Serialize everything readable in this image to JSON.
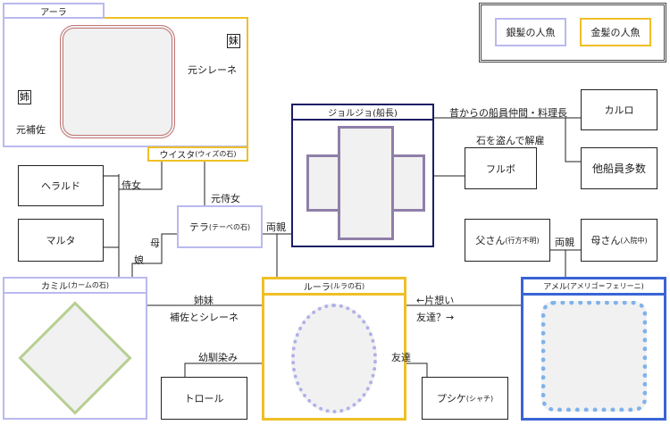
{
  "legend": {
    "silver": "銀髪の人魚",
    "gold": "金髪の人魚"
  },
  "colors": {
    "silver": "#b9b9ef",
    "gold": "#efc026",
    "captain": "#1d1d66",
    "amel": "#3a64d6",
    "frame_rose": "#c27474",
    "frame_green": "#b7cf92"
  },
  "characters": {
    "aara": {
      "name": "アーラ",
      "note_right_badge": "妹",
      "note_right": "元シレーネ",
      "note_left_badge": "姉",
      "note_left": "元補佐"
    },
    "wista": {
      "name": "ウイスタ",
      "stone": "(ウィズの石)"
    },
    "herald": "ヘラルド",
    "marta": "マルタ",
    "tera": {
      "name": "テラ",
      "stone": "(テーべの石)"
    },
    "georgio": {
      "name": "ジョルジョ",
      "role": "(船長)"
    },
    "karuro": "カルロ",
    "crew": "他船員多数",
    "frulbo": "フルボ",
    "father": {
      "name": "父さん",
      "note": "(行方不明)"
    },
    "mother": {
      "name": "母さん",
      "note": "(入院中)"
    },
    "kamil": {
      "name": "カミル",
      "stone": "(カームの石)"
    },
    "luura": {
      "name": "ルーラ",
      "stone": "(ルラの石)"
    },
    "amel": {
      "name": "アメル",
      "full": "(アメリゴ＝フェリーニ)"
    },
    "troll": "トロール",
    "psyche": {
      "name": "プシケ",
      "note": "(シャチ)"
    }
  },
  "relations": {
    "maid": "侍女",
    "former_maid": "元侍女",
    "parents_left": "両親",
    "mother": "母",
    "daughter": "娘",
    "old_crew": "昔からの船員仲間・料理長",
    "fired": "石を盗んで解雇",
    "parents_right": "両親",
    "sisters": "姉妹",
    "sisters_sub": "補佐とシレーネ",
    "one_sided": "←片想い",
    "friend_q": "友達？→",
    "childhood": "幼馴染み",
    "friend": "友達"
  }
}
